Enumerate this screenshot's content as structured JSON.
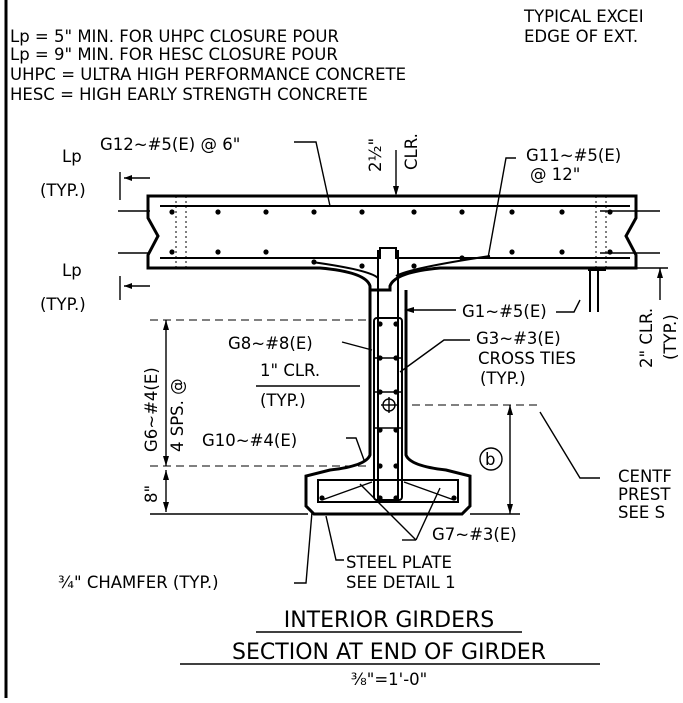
{
  "notes": {
    "lp_uhpc": "Lp = 5\" MIN. FOR UHPC CLOSURE POUR",
    "lp_hesc": "Lp = 9\" MIN. FOR HESC CLOSURE POUR",
    "uhpc": "UHPC = ULTRA HIGH PERFORMANCE CONCRETE",
    "hesc": "HESC = HIGH EARLY STRENGTH CONCRETE"
  },
  "right_note": {
    "line1": "TYPICAL EXCEI",
    "line2": "EDGE OF EXT."
  },
  "labels": {
    "g12": "G12~#5(E) @ 6\"",
    "clr_top_num": "2½\"",
    "clr_top_txt": "CLR.",
    "g11_a": "G11~#5(E)",
    "g11_b": "@ 12\"",
    "lp_top": "Lp",
    "typ_top": "(TYP.)",
    "lp_bot": "Lp",
    "typ_bot": "(TYP.)",
    "g1": "G1~#5(E)",
    "clr_right": "2\" CLR.",
    "typ_right": "(TYP.)",
    "g8": "G8~#8(E)",
    "g3_a": "G3~#3(E)",
    "g3_b": "CROSS TIES",
    "g3_c": "(TYP.)",
    "clr_web_a": "1\" CLR.",
    "clr_web_b": "(TYP.)",
    "g6": "G6~#4(E)",
    "sps": "4 SPS. @",
    "g10": "G10~#4(E)",
    "b_marker": "b",
    "centr_a": "CENTF",
    "centr_b": "PREST",
    "centr_c": "SEE S",
    "eight": "8\"",
    "g7": "G7~#3(E)",
    "plate_a": "STEEL PLATE",
    "plate_b": "SEE DETAIL 1",
    "chamfer": "¾\" CHAMFER (TYP.)",
    "title1": "INTERIOR GIRDERS",
    "title2": "SECTION AT END OF GIRDER",
    "scale": "⅜\"=1'-0\""
  }
}
